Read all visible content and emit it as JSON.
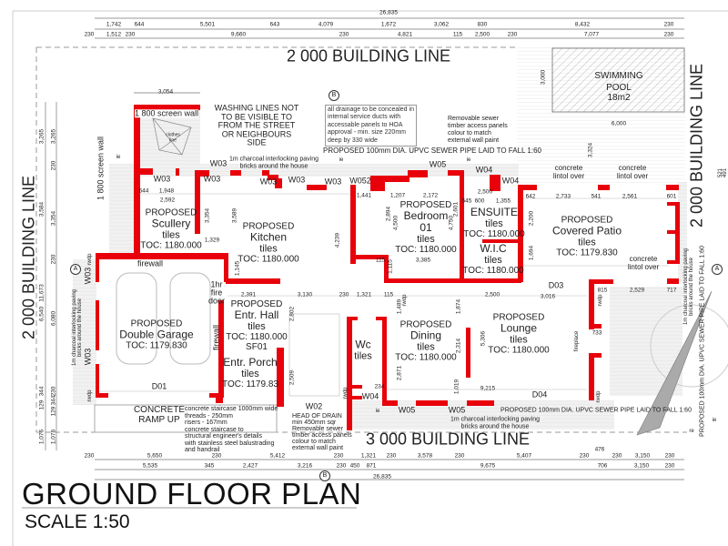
{
  "building_lines": {
    "top": "2 000 BUILDING LINE",
    "left": "2 000 BUILDING LINE",
    "right": "2 000 BUILDING LINE",
    "bottom": "3 000 BUILDING LINE"
  },
  "title": {
    "main": "GROUND FLOOR PLAN",
    "scale": "SCALE 1:50"
  },
  "dims_top": {
    "overall": "26,835",
    "row1": [
      "1,742",
      "644",
      "5,501",
      "643",
      "4,079",
      "1,672",
      "3,062",
      "830",
      "8,432",
      "230"
    ],
    "row2": [
      "230",
      "1,512",
      "230",
      "9,660",
      "230",
      "4,821",
      "115",
      "2,500",
      "230",
      "7,077",
      "230"
    ]
  },
  "dims_bottom": {
    "row1": [
      "230",
      "5,650",
      "230",
      "5,412",
      "230",
      "1,321",
      "230",
      "3,578",
      "230",
      "5,407",
      "230",
      "476",
      "230",
      "3,150",
      "230"
    ],
    "row2": [
      "5,535",
      "345",
      "2,427",
      "3,216",
      "230",
      "450",
      "871",
      "9,675",
      "706",
      "3,150",
      "230"
    ],
    "overall": "26,835"
  },
  "dims_left": {
    "outer": [
      "3,265",
      "3,584",
      "11,673",
      "6,540",
      "344",
      "129",
      "1,076"
    ],
    "inner": [
      "3,265",
      "230",
      "3,354",
      "230",
      "6,080",
      "230",
      "344",
      "129",
      "1,076"
    ]
  },
  "dims_right": [
    "521",
    "491"
  ],
  "dims_interior": [
    "3,054",
    "644",
    "1,948",
    "2,592",
    "3,354",
    "3,589",
    "1,329",
    "1,145",
    "4,239",
    "2,391",
    "3,130",
    "230",
    "1,321",
    "115",
    "1,441",
    "1,207",
    "2,172",
    "2,500",
    "545",
    "600",
    "1,355",
    "2,894",
    "4,500",
    "4,750",
    "2,601",
    "3,385",
    "115",
    "1,115",
    "642",
    "2,733",
    "541",
    "2,561",
    "601",
    "2,200",
    "1,694",
    "815",
    "2,529",
    "717",
    "3,016",
    "2,500",
    "1,874",
    "1,489",
    "5,306",
    "2,314",
    "2,871",
    "1,019",
    "9,215",
    "234",
    "733",
    "2,802",
    "2,509",
    "3,000",
    "6,000",
    "3,324"
  ],
  "rooms": [
    {
      "prefix": "PROPOSED",
      "name": "Scullery",
      "finish": "tiles",
      "toc": "TOC: 1180.000"
    },
    {
      "prefix": "PROPOSED",
      "name": "Kitchen",
      "finish": "tiles",
      "toc": "TOC: 1180.000"
    },
    {
      "prefix": "PROPOSED",
      "name": "Bedroom",
      "name2": "01",
      "finish": "tiles",
      "toc": "TOC: 1180.000"
    },
    {
      "name": "ENSUITE",
      "finish": "tiles",
      "toc": "TOC: 1180.000"
    },
    {
      "name": "W.I.C",
      "finish": "tiles",
      "toc": "TOC: 1180.000"
    },
    {
      "prefix": "PROPOSED",
      "name": "Covered Patio",
      "finish": "tiles",
      "toc": "TOC: 1179.830"
    },
    {
      "prefix": "PROPOSED",
      "name": "Double Garage",
      "toc": "TOC: 1179.830"
    },
    {
      "prefix": "PROPOSED",
      "name": "Entr. Hall",
      "finish": "tiles",
      "toc": "TOC: 1180.000",
      "extra": "SF01"
    },
    {
      "name": "Entr. Porch",
      "finish": "tiles",
      "toc": "TOC: 1179.83"
    },
    {
      "name": "Wc",
      "finish": "tiles"
    },
    {
      "prefix": "PROPOSED",
      "name": "Dining",
      "finish": "tiles",
      "toc": "TOC: 1180.000"
    },
    {
      "prefix": "PROPOSED",
      "name": "Lounge",
      "finish": "tiles",
      "toc": "TOC: 1180.000"
    }
  ],
  "openings": {
    "w03": "W03",
    "w052": "W052",
    "w05": "W05",
    "w04": "W04",
    "w02": "W02",
    "d01": "D01",
    "d03": "D03",
    "d04": "D04"
  },
  "labels": {
    "firewall": "firewall",
    "fire_door": [
      "1hr",
      "fire",
      "door"
    ],
    "screen_wall_top": "1 800 screen wall",
    "screen_wall_side": "1 800 screen wall",
    "ramp": [
      "CONCRETE",
      "RAMP UP"
    ],
    "lintol": [
      "concrete",
      "lintol over"
    ],
    "fireplace": "fireplace",
    "rwdp": "rwdp",
    "ie": "ie",
    "re": "re",
    "section_a": "A",
    "section_b": "B"
  },
  "pool": {
    "title": "SWIMMING",
    "title2": "POOL",
    "area": "18m2"
  },
  "notes": {
    "washing": [
      "WASHING LINES NOT",
      "TO BE VISIBLE TO",
      "FROM THE STREET",
      "OR NEIGHBOURS",
      "SIDE"
    ],
    "drainage": [
      "all drainage to be concealed in",
      "internal service ducts with",
      "accessable panels to HOA",
      "approval - min. size 220mm",
      "deep by 330 wide"
    ],
    "sewer_panels": [
      "Removable sewer",
      "timber access panels",
      "colour to match",
      "external wall paint"
    ],
    "sewer_pipe": "PROPOSED 100mm DIA. UPVC SEWER PIPE LAID TO FALL 1:60",
    "paving": [
      "1m charcoal interlocking paving",
      "bricks around the house"
    ],
    "staircase": [
      "concrete staircase 1000mm wide",
      "threads - 250mm",
      "risers - 167mm",
      "concrete staircase to",
      "structural engineer's details",
      "with stainless steel balustrading",
      "and handrail"
    ],
    "head_of_drain": [
      "HEAD OF DRAIN",
      "min 450mm sqr",
      "Removable sewer",
      "timber access panels",
      "colour to match",
      "external wall paint"
    ],
    "washing_line": [
      "clothes",
      "line"
    ]
  },
  "colors": {
    "wall": "#e8000b",
    "paving": "#eeeeee",
    "line": "#555555"
  }
}
